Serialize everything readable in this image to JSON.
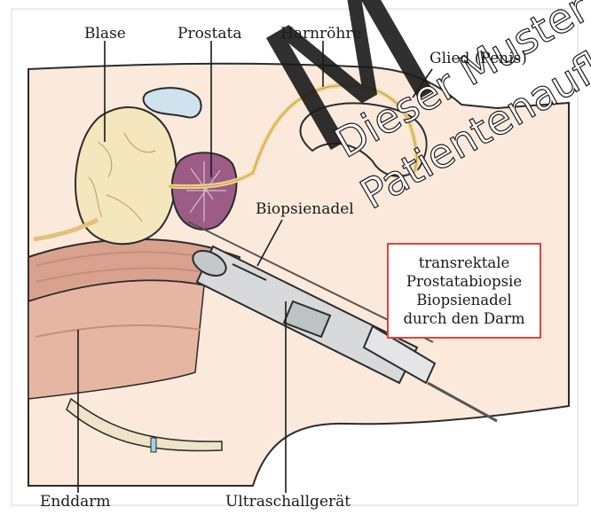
{
  "labels": {
    "blase": "Blase",
    "prostata": "Prostata",
    "harnroehre": "Harnröhre",
    "glied": "Glied (Penis)",
    "biopsienadel": "Biopsienadel",
    "enddarm": "Enddarm",
    "ultraschallgeraet": "Ultraschallgerät"
  },
  "callout": {
    "lines": [
      "transrektale",
      "Prostatabiopsie",
      "Biopsienadel",
      "durch den Darm"
    ],
    "border_color": "#e0443a"
  },
  "watermark": {
    "line1": "Dieser Muster",
    "line2": "Patientenaufl",
    "big_letter": "M"
  },
  "colors": {
    "skin": "#fbeadb",
    "bladder": "#f4e6bd",
    "prostate": "#9c5c85",
    "urethra": "#f0d48a",
    "rectum": "#d9a28e",
    "device": "#d7d9da"
  }
}
